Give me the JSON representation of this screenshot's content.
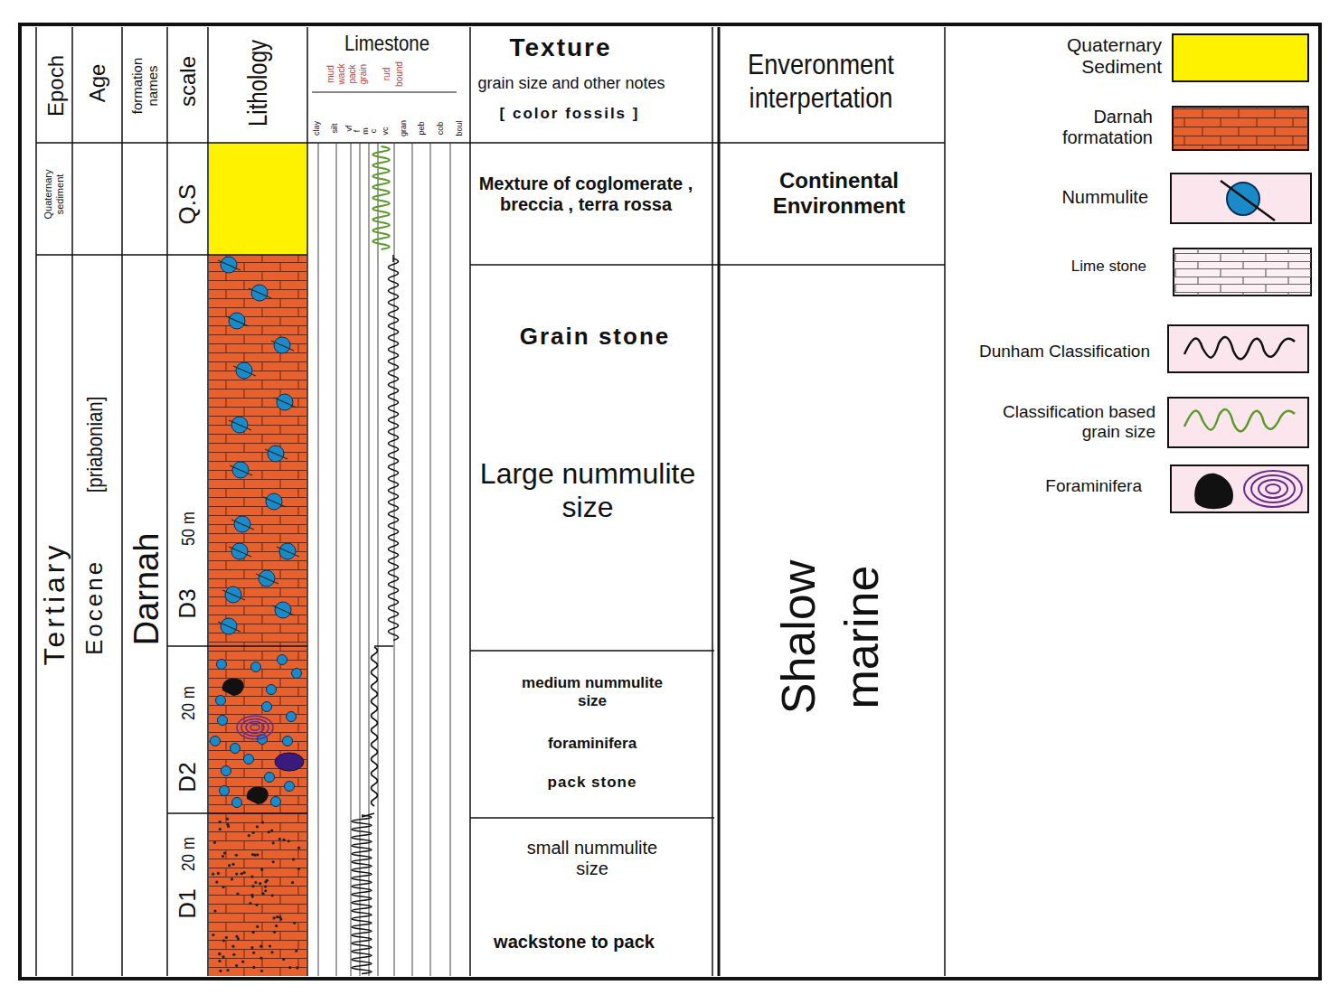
{
  "diagram": {
    "labels": [
      "Epoch",
      "Age",
      "formation names",
      "scale",
      "Lithology",
      "Limestone",
      "mud",
      "wack",
      "pack",
      "grain",
      "rud",
      "bound",
      "clay",
      "silt",
      "vf",
      "f",
      "m",
      "c",
      "vc",
      "gran",
      "peb",
      "cob",
      "boul",
      "Texture",
      "grain size and other notes",
      "[ color fossils ]",
      "Enveronment interpertation",
      "Tertiary",
      "Eocene",
      "[priabonian]",
      "Darnah",
      "Quaternary sediment",
      "Q.S",
      "50 m",
      "D3",
      "20 m",
      "D2",
      "20 m",
      "D1",
      "Mexture of coglomerate , breccia , terra rossa",
      "Grain stone",
      "Large nummulite size",
      "medium nummulite size",
      "foraminifera",
      "pack stone",
      "small nummulite size",
      "wackstone to pack",
      "Continental Environment",
      "Shalow marine"
    ],
    "legend": [
      {
        "text": "Quaternary Sediment",
        "color": "#fff200"
      },
      {
        "text": "Darnah formatation",
        "color": "#e8612c"
      },
      {
        "text": "Nummulite"
      },
      {
        "text": "Lime stone"
      },
      {
        "text": "Dunham Classification"
      },
      {
        "text": "Classification based grain size"
      },
      {
        "text": "Foraminifera"
      }
    ]
  }
}
